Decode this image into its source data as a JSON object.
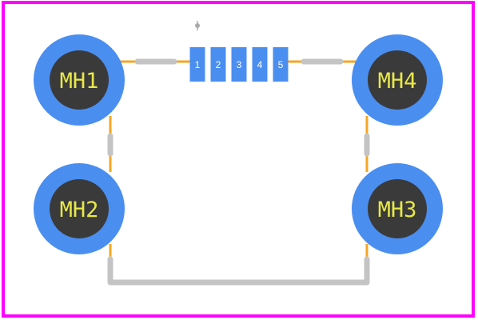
{
  "board": {
    "outline_color": "#ff00ff",
    "background_color": "#ffffff"
  },
  "colors": {
    "courtyard": "#f5a623",
    "silkscreen": "#c4c4c4",
    "pad": "#4a8ef0",
    "pad_ring": "#4a8ef0",
    "hole": "#3a3a3a",
    "hole_label": "#e8e84a",
    "pad_label": "#ffffff",
    "pin1_marker": "#aaaaaa"
  },
  "mounting_holes": [
    {
      "id": "mh1",
      "label": "MH1"
    },
    {
      "id": "mh2",
      "label": "MH2"
    },
    {
      "id": "mh3",
      "label": "MH3"
    },
    {
      "id": "mh4",
      "label": "MH4"
    }
  ],
  "pads": [
    {
      "label": "1"
    },
    {
      "label": "2"
    },
    {
      "label": "3"
    },
    {
      "label": "4"
    },
    {
      "label": "5"
    }
  ]
}
